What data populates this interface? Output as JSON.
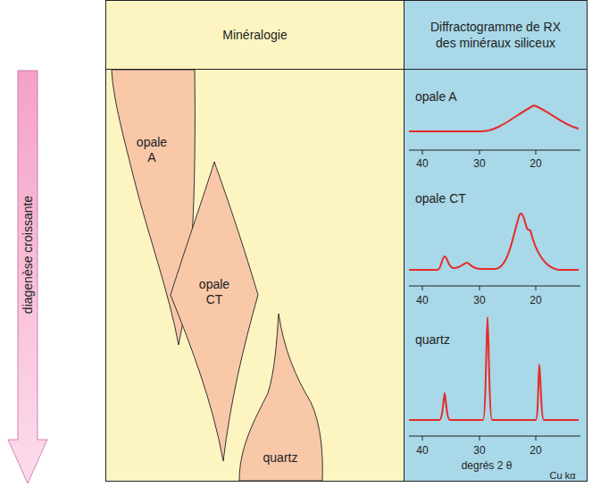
{
  "diagram": {
    "nodes": [
      {
        "text": [
          "Minéralogie"
        ]
      },
      {
        "text": [
          "Diffractogramme de RX des minéraux siliceux"
        ]
      },
      {
        "text": [
          "opale A"
        ],
        "in": 0
      },
      {
        "text": [
          "opale CT"
        ],
        "in": 0
      },
      {
        "text": [
          "quartz"
        ],
        "in": 0
      },
      {
        "text": [
          "diagenèse croissante"
        ]
      }
    ],
    "labels": [
      "opale A",
      "40",
      "30",
      "20",
      "opale CT",
      "40",
      "30",
      "20",
      "quartz",
      "40",
      "30",
      "20",
      "degrés 2 θ",
      "Cu kα"
    ]
  }
}
